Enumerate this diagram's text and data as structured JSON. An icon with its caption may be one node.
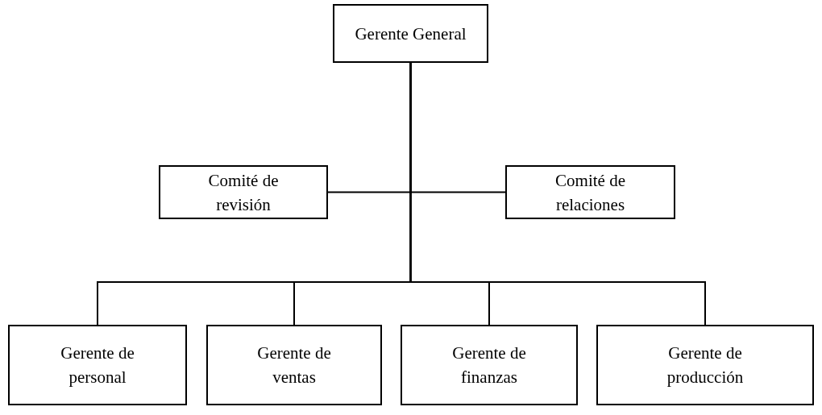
{
  "diagram": {
    "nodes": [
      {
        "text": [
          "Gerente General"
        ]
      },
      {
        "text": [
          "Comité de revisión"
        ]
      },
      {
        "text": [
          "Comité de relaciones"
        ]
      },
      {
        "text": [
          "Gerente de personal"
        ]
      },
      {
        "text": [
          "Gerente de ventas"
        ]
      },
      {
        "text": [
          "Gerente de finanzas"
        ]
      },
      {
        "text": [
          "Gerente de producción"
        ]
      }
    ],
    "edges": [
      {
        "from": 0,
        "to": 1,
        "arrow": "none"
      },
      {
        "from": 0,
        "to": 2,
        "arrow": "none"
      },
      {
        "from": 0,
        "to": 3,
        "arrow": "none"
      },
      {
        "from": 0,
        "to": 4,
        "arrow": "none"
      },
      {
        "from": 0,
        "to": 5,
        "arrow": "none"
      },
      {
        "from": 0,
        "to": 6,
        "arrow": "none"
      }
    ]
  }
}
